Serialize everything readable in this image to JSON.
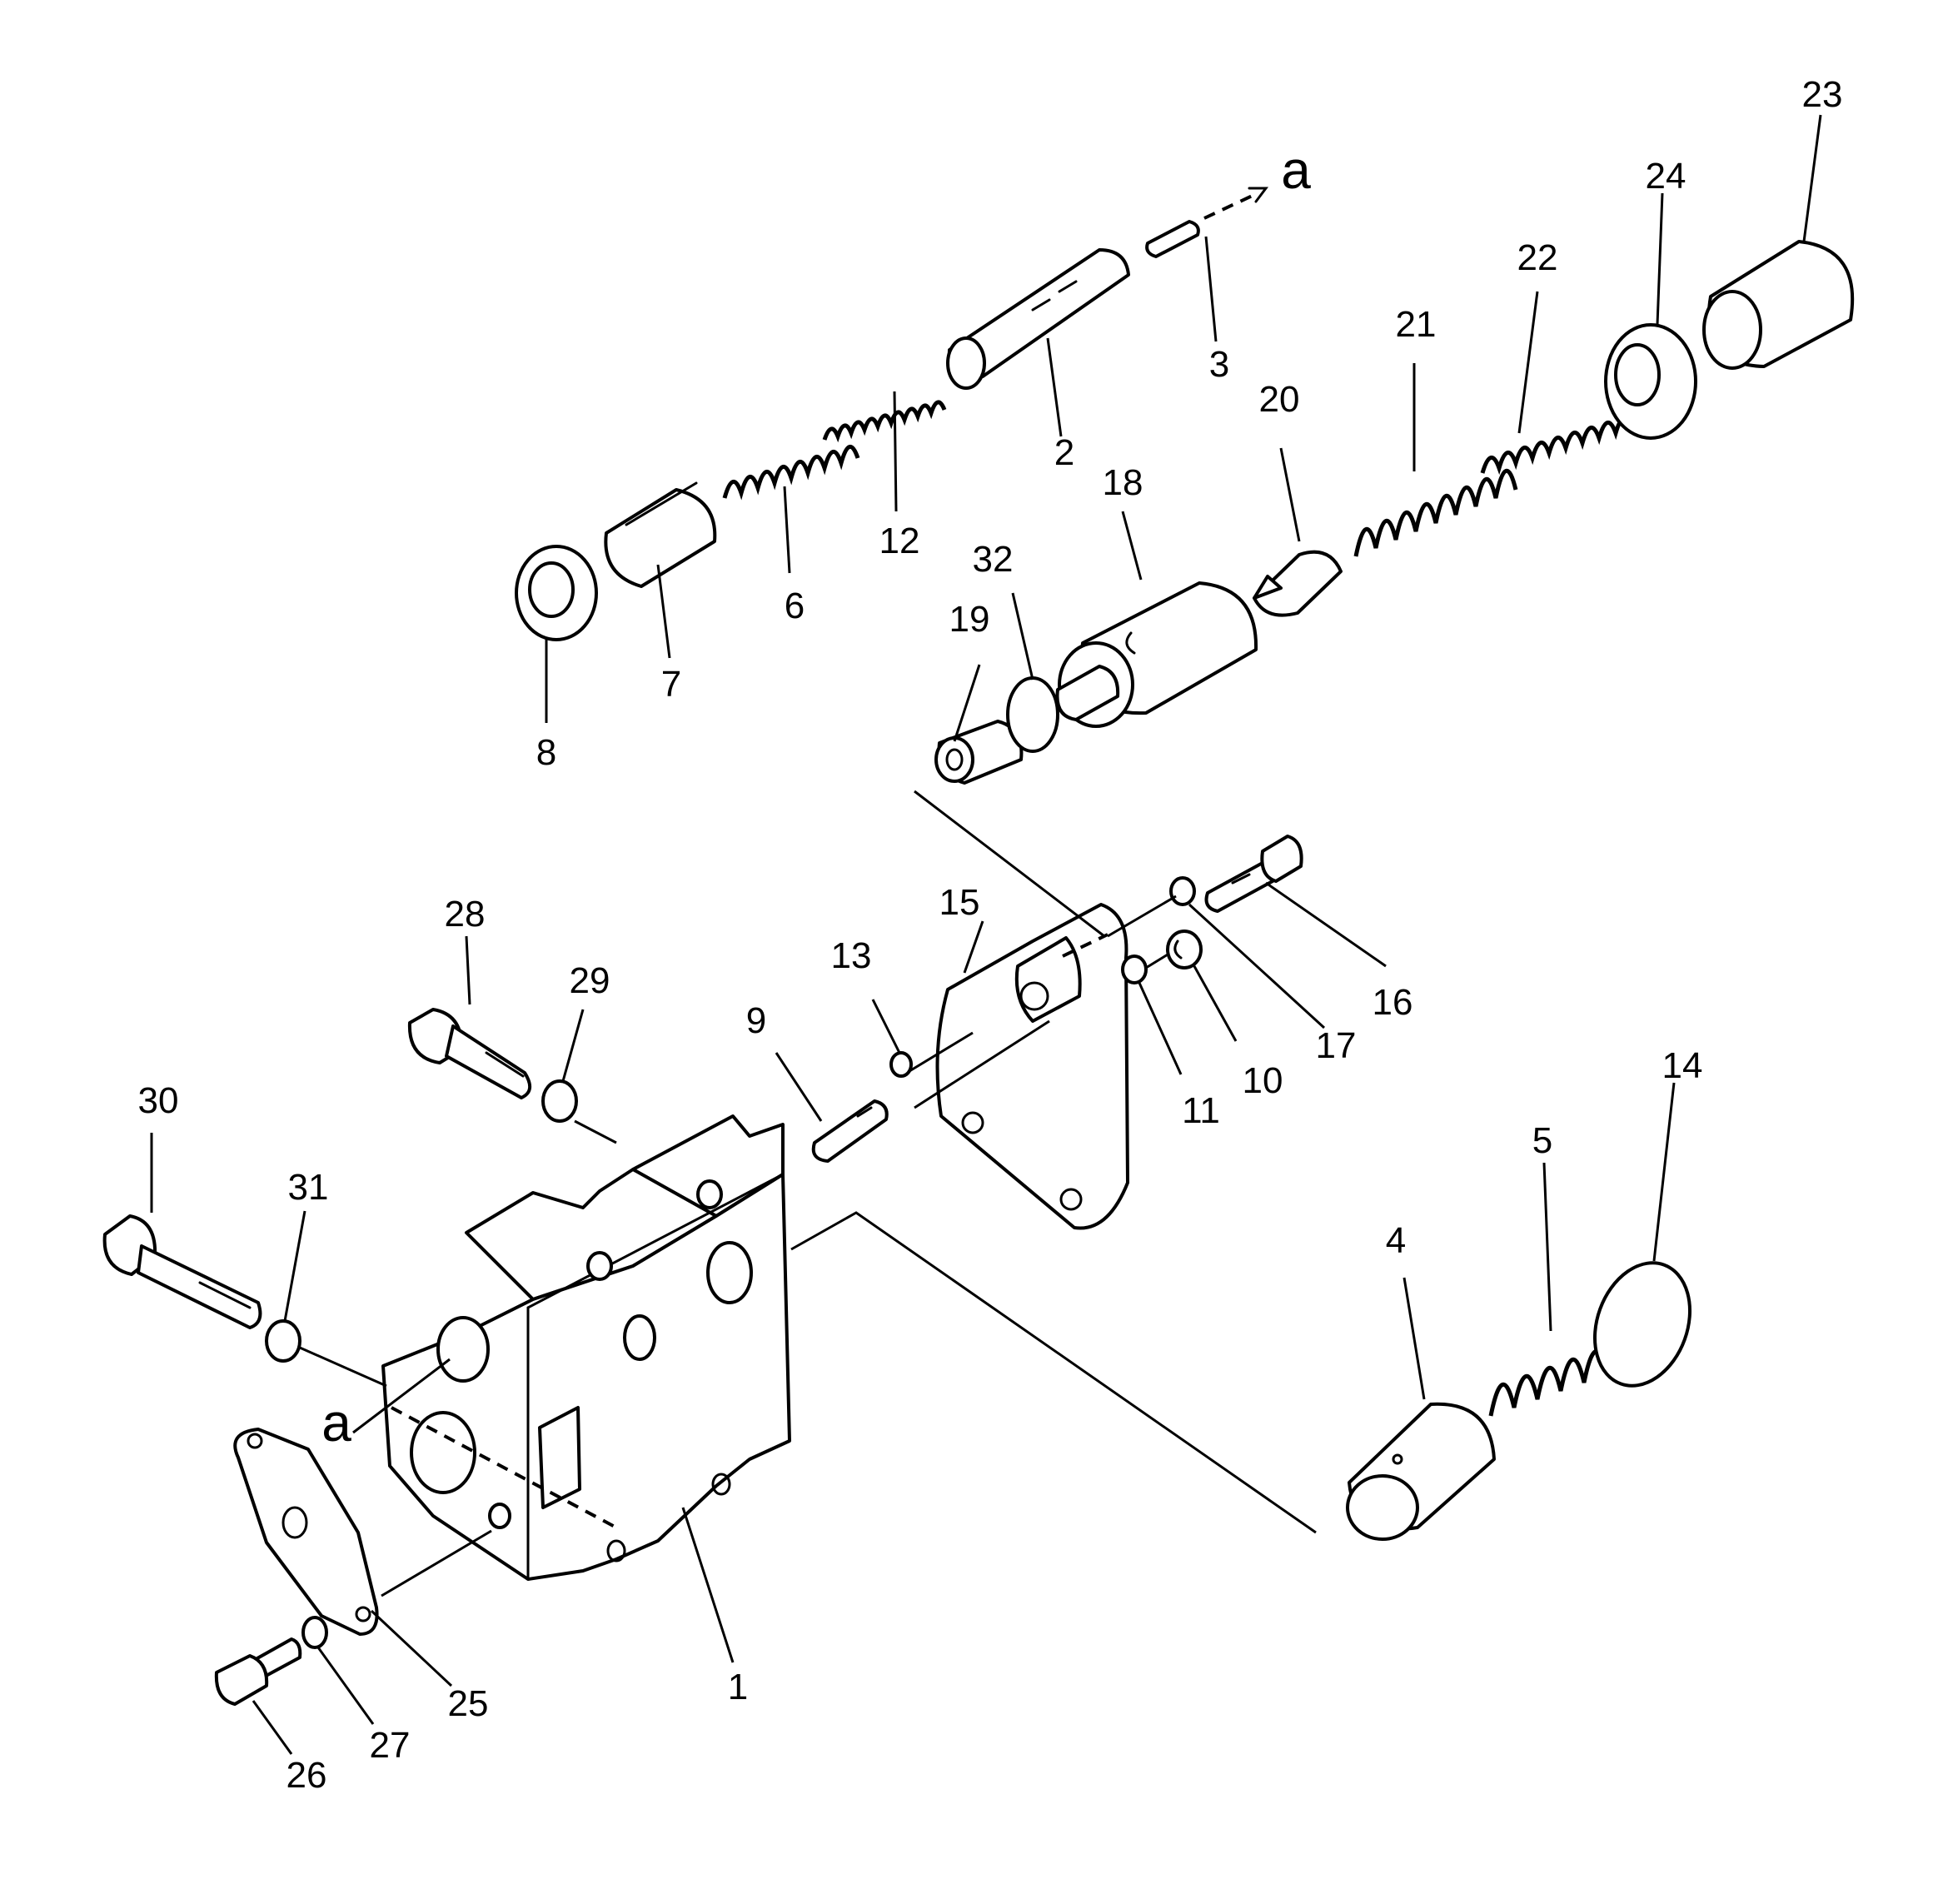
{
  "callouts": {
    "p1": "1",
    "p2": "2",
    "p3": "3",
    "p4": "4",
    "p5": "5",
    "p6": "6",
    "p7": "7",
    "p8": "8",
    "p9": "9",
    "p10": "10",
    "p11": "11",
    "p12": "12",
    "p13": "13",
    "p14": "14",
    "p15": "15",
    "p16": "16",
    "p17": "17",
    "p18": "18",
    "p19": "19",
    "p20": "20",
    "p21": "21",
    "p22": "22",
    "p23": "23",
    "p24": "24",
    "p25": "25",
    "p26": "26",
    "p27": "27",
    "p28": "28",
    "p29": "29",
    "p30": "30",
    "p31": "31",
    "p32": "32"
  },
  "references": {
    "a_top": "a",
    "a_body": "a"
  }
}
